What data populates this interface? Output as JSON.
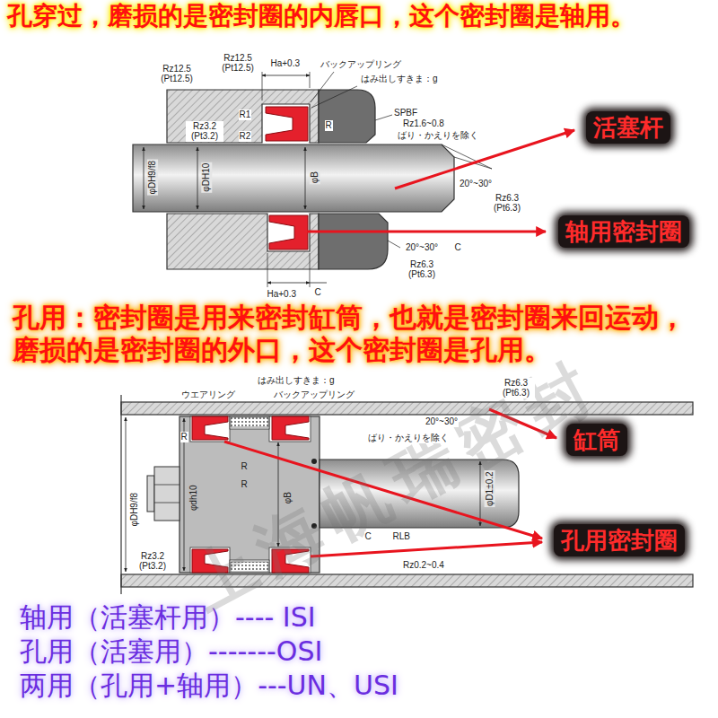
{
  "diagram": {
    "nodes": [
      {
        "text": [
          "活塞杆"
        ]
      },
      {
        "text": [
          "轴用密封圈"
        ]
      },
      {
        "text": [
          "缸筒"
        ]
      },
      {
        "text": [
          "孔用密封圈"
        ]
      }
    ],
    "labels": [
      "孔穿过，磨损的是密封圈的内唇口，这个密封圈是轴用。",
      "孔用：密封圈是用来密封缸筒，也就是密封圈来回运动， 磨损的是密封圈的外口，这个密封圈是孔用。",
      "轴用（活塞杆用）---- ISI",
      "孔用（活塞用）-------OSI",
      "两用（孔用+轴用）---UN、USI",
      "上海帆瑞密封",
      "Rz12.5 (Pt12.5)",
      "Rz12.5 (Pt12.5)",
      "Ha+0.3",
      "バックアップリング",
      "はみ出しすきま：g",
      "SPBF",
      "Rz1.6~0.8",
      "ばり・かえりを除く",
      "R1",
      "R2",
      "R",
      "Rz3.2 (Pt3.2)",
      "φDH9/f8",
      "φDH10",
      "φB",
      "20°~30°",
      "Rz6.3 (Pt6.3)",
      "20°~30°",
      "C",
      "Rz6.3 (Pt6.3)",
      "Ha+0.3",
      "C",
      "ウエアリング",
      "はみ出しすきま：g",
      "バックアップリング",
      "Rz6.3 (Pt6.3)",
      "20°~30°",
      "ばり・かえりを除く",
      "R",
      "R",
      "R",
      "φDH9/f8",
      "φdh10",
      "φB",
      "φD1±0.2",
      "Rz3.2 (Pt3.2)",
      "C",
      "RLB",
      "Rz0.2~0.4"
    ]
  }
}
